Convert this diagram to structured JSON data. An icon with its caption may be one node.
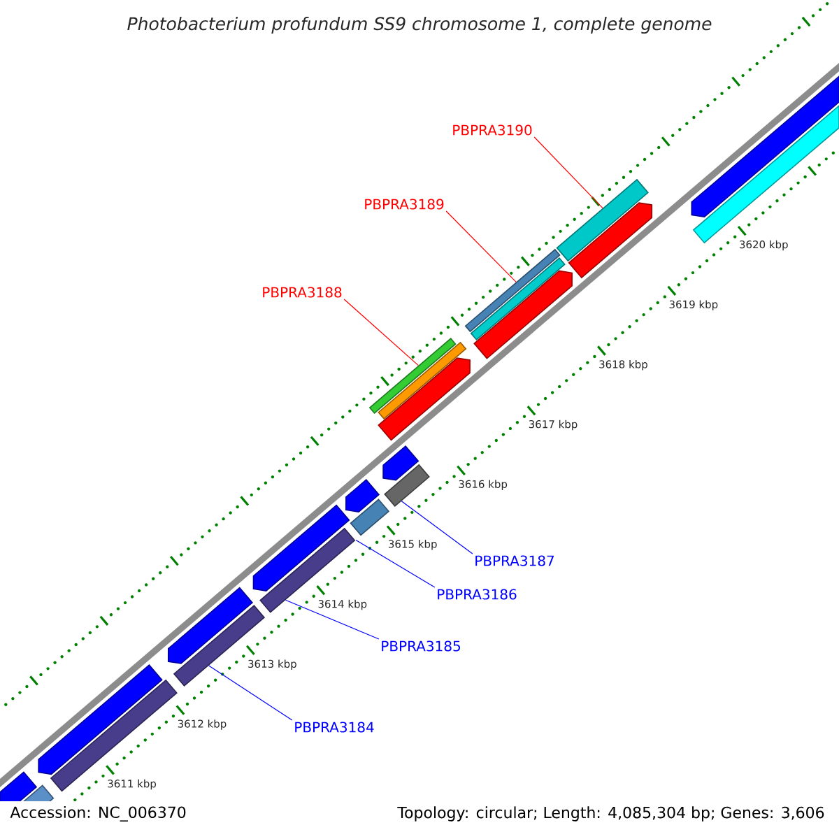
{
  "diagram": {
    "title": "Photobacterium profundum SS9 chromosome 1, complete genome",
    "nodes": [
      {
        "text": [
          "PBPRA3190"
        ]
      },
      {
        "text": [
          "PBPRA3189"
        ]
      },
      {
        "text": [
          "PBPRA3188"
        ]
      },
      {
        "text": [
          "PBPRA3187"
        ]
      },
      {
        "text": [
          "PBPRA3186"
        ]
      },
      {
        "text": [
          "PBPRA3185"
        ]
      },
      {
        "text": [
          "PBPRA3184"
        ]
      },
      {
        "text": [],
        "shape": "bar"
      },
      {
        "text": [],
        "shape": "bar"
      },
      {
        "text": [],
        "shape": "bar"
      },
      {
        "text": [],
        "shape": "bar"
      },
      {
        "text": [],
        "shape": "bar"
      },
      {
        "text": [],
        "shape": "bar"
      },
      {
        "text": [],
        "shape": "bar"
      }
    ],
    "edges": [
      {
        "from": 0,
        "to": 13,
        "arrow": "none",
        "color": "#ff0000"
      },
      {
        "from": 1,
        "to": 12,
        "arrow": "none",
        "color": "#ff0000"
      },
      {
        "from": 2,
        "to": 11,
        "arrow": "none",
        "color": "#ff0000"
      },
      {
        "from": 3,
        "to": 10,
        "arrow": "none"
      },
      {
        "from": 4,
        "to": 9,
        "arrow": "none"
      },
      {
        "from": 5,
        "to": 8,
        "arrow": "none"
      },
      {
        "from": 6,
        "to": 7,
        "arrow": "none"
      }
    ],
    "labels": [
      "3620 kbp",
      "3619 kbp",
      "3618 kbp",
      "3617 kbp",
      "3616 kbp",
      "3615 kbp",
      "3614 kbp",
      "3613 kbp",
      "3612 kbp",
      "3611 kbp",
      "Accession: NC_006370",
      "Topology: circular; Length: 4,085,304 bp; Genes: 3,606"
    ]
  }
}
